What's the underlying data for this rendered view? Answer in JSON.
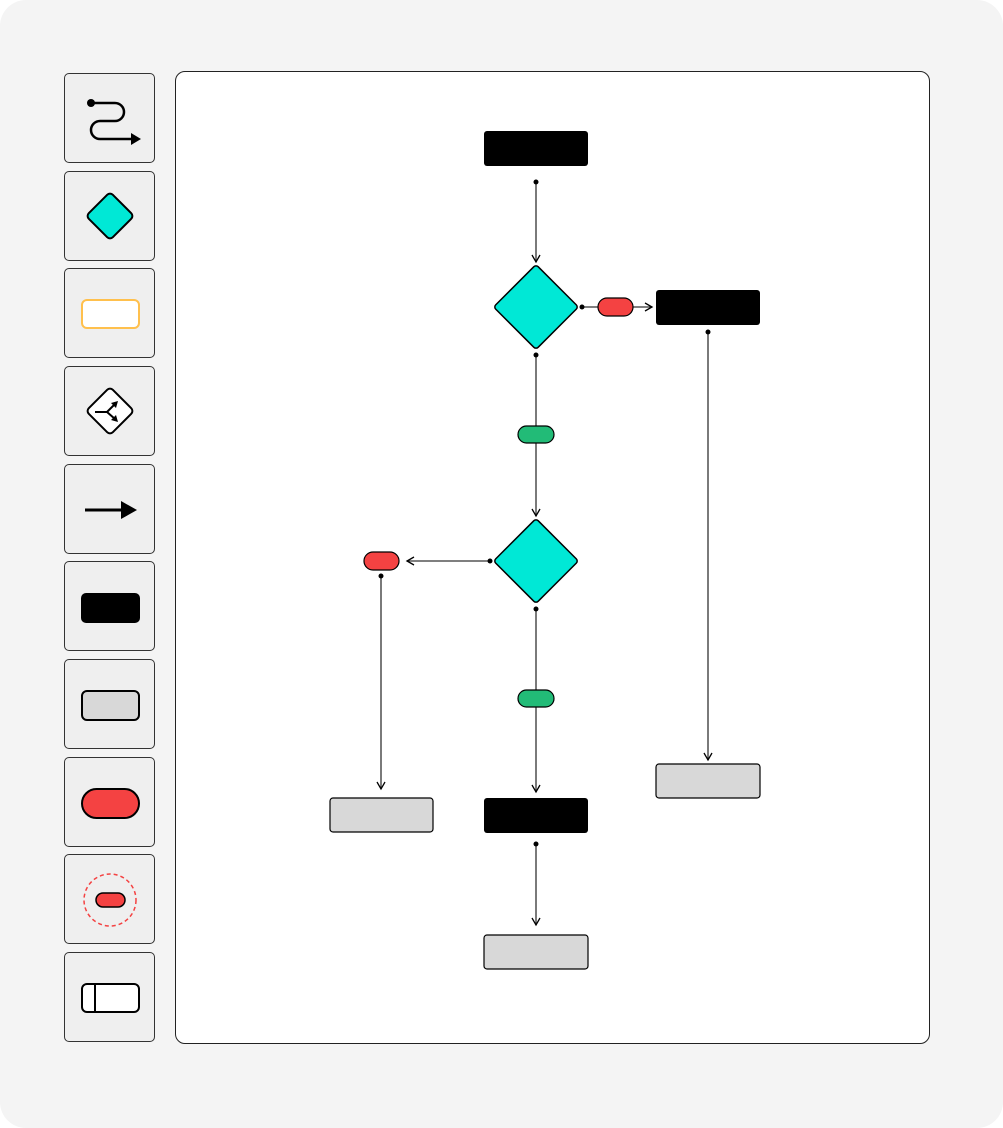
{
  "toolbar": {
    "tools": [
      {
        "name": "connector-tool",
        "icon": "curved-connector-icon"
      },
      {
        "name": "decision-tool",
        "icon": "diamond-icon"
      },
      {
        "name": "input-tool",
        "icon": "outlined-rectangle-icon"
      },
      {
        "name": "branch-tool",
        "icon": "branch-diamond-icon"
      },
      {
        "name": "arrow-tool",
        "icon": "arrow-right-icon"
      },
      {
        "name": "process-tool",
        "icon": "black-rectangle-icon"
      },
      {
        "name": "gray-box-tool",
        "icon": "gray-rectangle-icon"
      },
      {
        "name": "terminal-tool",
        "icon": "red-pill-icon"
      },
      {
        "name": "label-tool",
        "icon": "red-pill-dashed-circle-icon"
      },
      {
        "name": "panel-tool",
        "icon": "split-rectangle-icon"
      }
    ]
  },
  "colors": {
    "decision": "#00e8d6",
    "process": "#000000",
    "gray_box": "#d8d8d8",
    "no_label": "#f44242",
    "yes_label": "#22bb77",
    "input_border": "#ffc04d",
    "frame": "#f4f4f4",
    "tool_bg": "#efefef"
  }
}
